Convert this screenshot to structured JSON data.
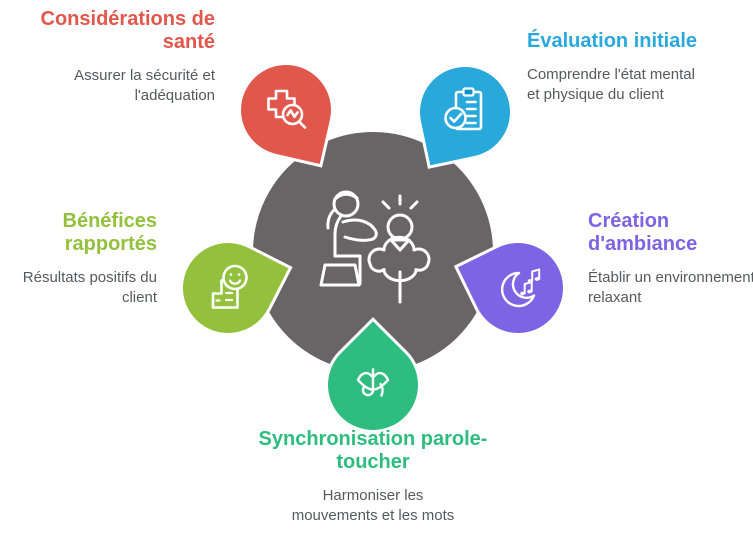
{
  "diagram": {
    "center": {
      "illustration": "massage-therapy-scene",
      "color": "#696566"
    },
    "colors": {
      "background": "#ffffff",
      "center_gray": "#696566",
      "body_text": "#58595b"
    },
    "nodes": [
      {
        "id": "considerations-de-sante",
        "position": "top-left",
        "title": "Considérations de santé",
        "description": "Assurer la sécurité et l'adéquation",
        "color": "#e2574c",
        "icon": "medical-cross-magnifier-icon"
      },
      {
        "id": "evaluation-initiale",
        "position": "top-right",
        "title": "Évaluation initiale",
        "description": "Comprendre l'état mental et physique du client",
        "color": "#29a8dc",
        "icon": "clipboard-checklist-icon"
      },
      {
        "id": "creation-ambiance",
        "position": "right",
        "title": "Création d'ambiance",
        "description": "Établir un environnement relaxant",
        "color": "#7c64e4",
        "icon": "moon-music-notes-icon"
      },
      {
        "id": "benefices-rapportes",
        "position": "left",
        "title": "Bénéfices rapportés",
        "description": "Résultats positifs du client",
        "color": "#94c13d",
        "icon": "feedback-smiley-icon"
      },
      {
        "id": "synchronisation-parole-toucher",
        "position": "bottom",
        "title": "Synchronisation parole-toucher",
        "description": "Harmoniser les mouvements et les mots",
        "color": "#2fbd7f",
        "icon": "finger-on-lips-icon"
      }
    ]
  }
}
